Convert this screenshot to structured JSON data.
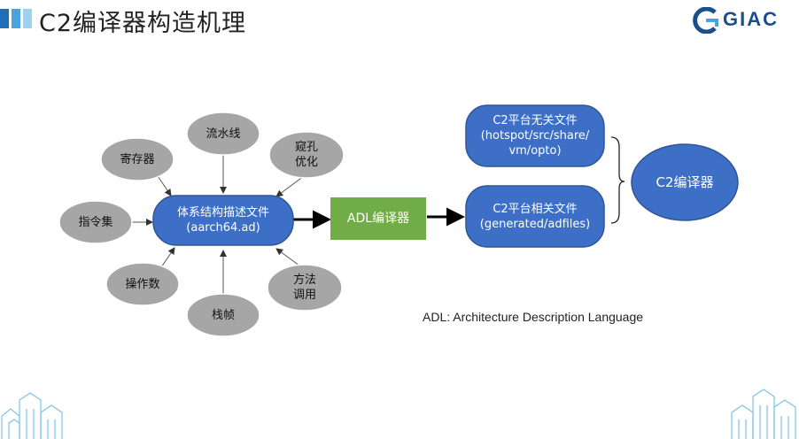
{
  "header": {
    "title": "C2编译器构造机理",
    "logo_text": "GIAC"
  },
  "diagram": {
    "center_node": {
      "line1": "体系结构描述文件",
      "line2": "(aarch64.ad)"
    },
    "inputs": [
      {
        "id": "registers",
        "label": "寄存器"
      },
      {
        "id": "pipeline",
        "label": "流水线"
      },
      {
        "id": "peephole",
        "line1": "窥孔",
        "line2": "优化"
      },
      {
        "id": "instruction-set",
        "label": "指令集"
      },
      {
        "id": "operands",
        "label": "操作数"
      },
      {
        "id": "stack-frame",
        "label": "栈帧"
      },
      {
        "id": "calling-convention",
        "line1": "方法",
        "line2": "调用"
      }
    ],
    "compiler_box": {
      "label": "ADL编译器"
    },
    "outputs": [
      {
        "id": "platform-independent",
        "line1": "C2平台无关文件",
        "line2": "(hotspot/src/share/",
        "line3": "vm/opto)"
      },
      {
        "id": "platform-dependent",
        "line1": "C2平台相关文件",
        "line2": "(generated/adfiles)"
      }
    ],
    "result_node": {
      "label": "C2编译器"
    },
    "legend": "ADL: Architecture Description Language"
  },
  "colors": {
    "blue_node": "#3e6fc6",
    "blue_border": "#2f5597",
    "gray_node": "#a6a6a6",
    "green_box": "#70ad47",
    "title_accent": "#1f6fb8"
  }
}
